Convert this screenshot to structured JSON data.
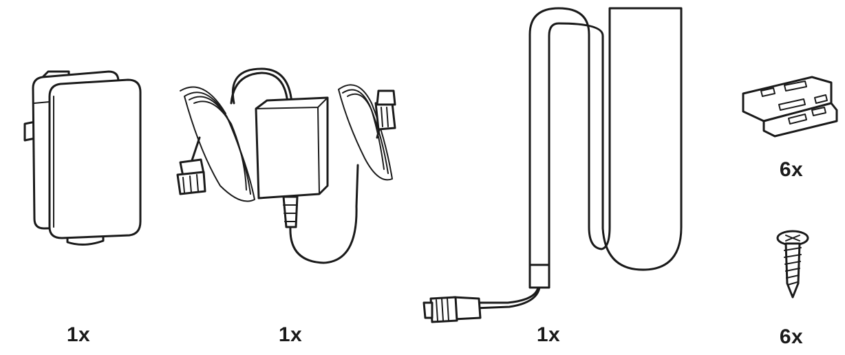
{
  "items": [
    {
      "icon": "plug-adapter-icon",
      "quantity": "1x"
    },
    {
      "icon": "power-supply-cable-icon",
      "quantity": "1x"
    },
    {
      "icon": "light-strip-cable-icon",
      "quantity": "1x"
    },
    {
      "icon": "mounting-clip-icon",
      "quantity": "6x"
    },
    {
      "icon": "screw-icon",
      "quantity": "6x"
    }
  ],
  "colors": {
    "line": "#1a1a1a",
    "background": "#ffffff"
  }
}
